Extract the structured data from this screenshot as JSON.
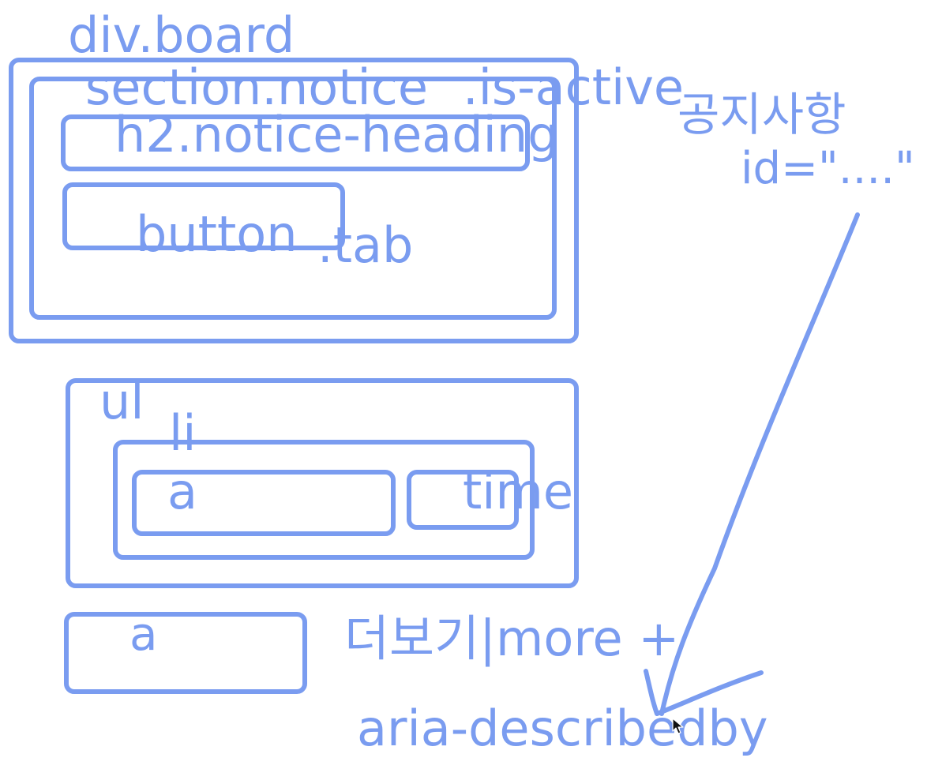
{
  "labels": {
    "board": "div.board",
    "section_notice": "section.notice",
    "is_active": ".is-active",
    "notice_heading": "h2.notice-heading",
    "button": "button",
    "tab": ".tab",
    "notice_title": "공지사항",
    "id_attr": "id=\"....\"",
    "ul": "ul",
    "li": "li",
    "anchor_item": "a",
    "time": "time",
    "anchor_more": "a",
    "more_text": "더보기|more +",
    "aria": "aria-describedby"
  },
  "colors": {
    "ink": "#7a9cf0",
    "background": "#ffffff"
  }
}
